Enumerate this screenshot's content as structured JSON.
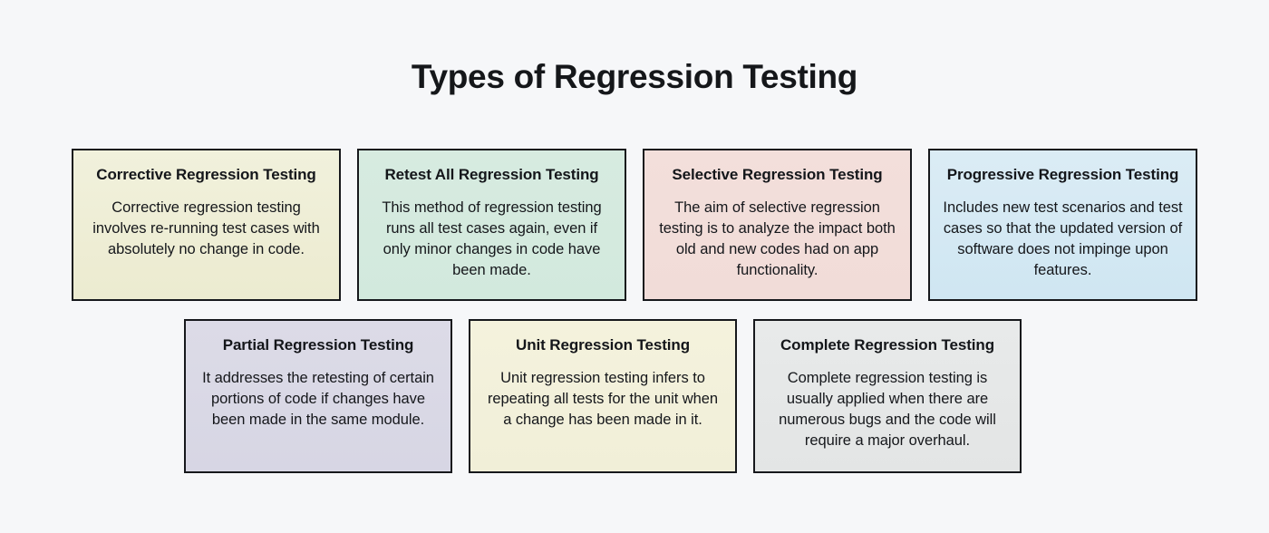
{
  "page": {
    "title": "Types of Regression Testing",
    "background_color": "#f6f7f9",
    "card_border_color": "#16181c"
  },
  "rows": [
    {
      "name": "row-1",
      "cards": [
        {
          "title": "Corrective Regression Testing",
          "body": "Corrective regression testing involves re-running test cases with absolutely no change in code.",
          "color": "#eceed3",
          "theme": "theme-olive"
        },
        {
          "title": "Retest All Regression Testing",
          "body": "This method of regression testing runs all test cases again, even if only minor changes in code have been made.",
          "color": "#d4ebdf",
          "theme": "theme-mint"
        },
        {
          "title": "Selective Regression Testing",
          "body": "The aim of selective regression testing is to analyze the impact both old and new codes had on app functionality.",
          "color": "#f2ddd9",
          "theme": "theme-pink"
        },
        {
          "title": "Progressive Regression Testing",
          "body": "Includes new test scenarios and test cases so that the updated version of software does not impinge upon features.",
          "color": "#d4e8f3",
          "theme": "theme-blue"
        }
      ]
    },
    {
      "name": "row-2",
      "cards": [
        {
          "title": "Partial Regression Testing",
          "body": "It addresses the retesting of certain portions of code if changes have been made in the same module.",
          "color": "#d9d8e5",
          "theme": "theme-lavender"
        },
        {
          "title": "Unit Regression Testing",
          "body": "Unit regression testing infers to repeating all tests for the unit when a change has been made in it.",
          "color": "#f2f0da",
          "theme": "theme-cream"
        },
        {
          "title": "Complete Regression Testing",
          "body": "Complete regression testing is usually applied when there are numerous bugs and the code will require a major overhaul.",
          "color": "#e5e7e7",
          "theme": "theme-gray"
        }
      ]
    }
  ]
}
